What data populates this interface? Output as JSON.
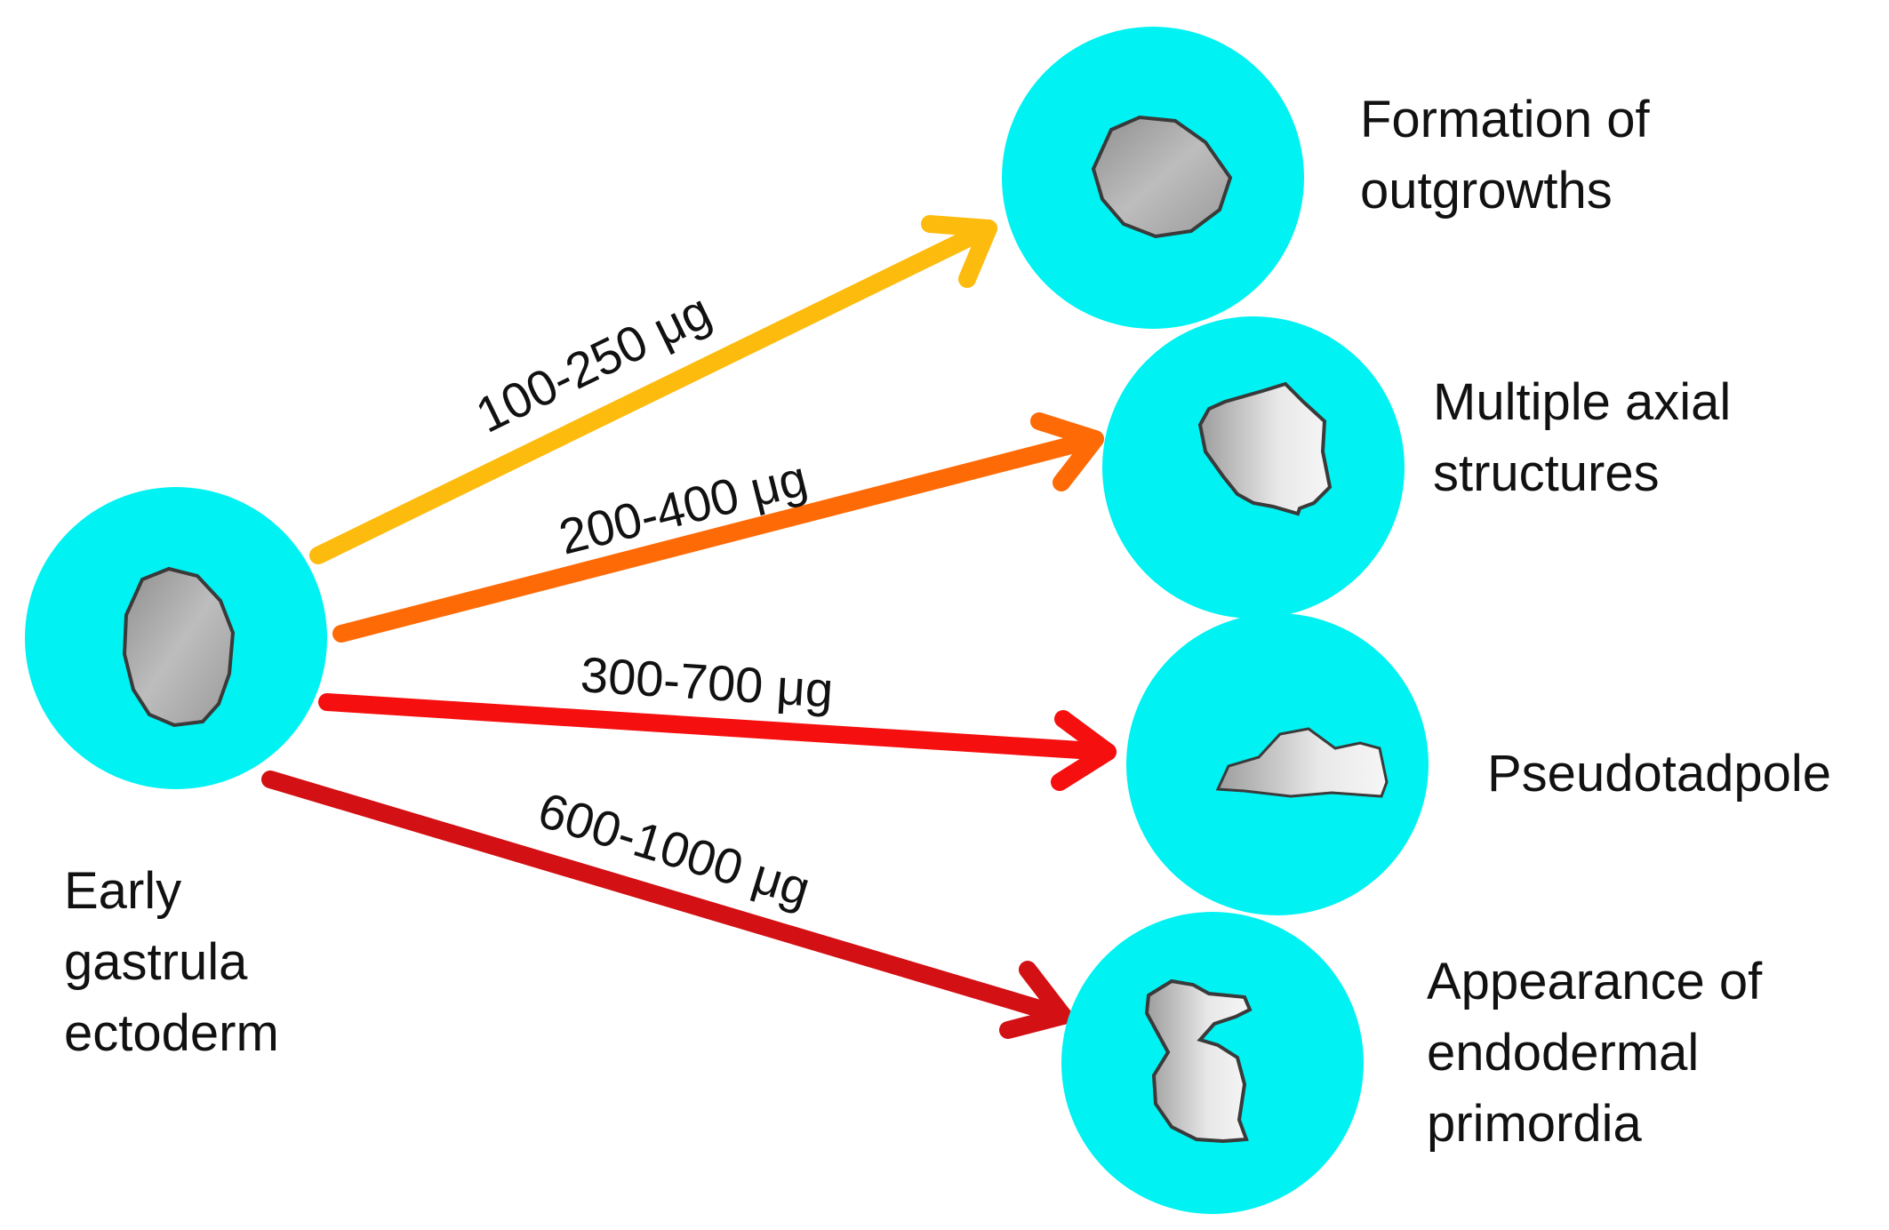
{
  "source": {
    "label_lines": [
      "Early",
      "gastrula",
      "ectoderm"
    ],
    "circle_color": "#00f2f2"
  },
  "arrows": [
    {
      "dose": "100-250 μg",
      "color": "#fdbb0e"
    },
    {
      "dose": "200-400 μg",
      "color": "#fe6a06"
    },
    {
      "dose": "300-700 μg",
      "color": "#f50f0f"
    },
    {
      "dose": "600-1000 μg",
      "color": "#d31014"
    }
  ],
  "outcomes": [
    {
      "label_lines": [
        "Formation of",
        "outgrowths"
      ]
    },
    {
      "label_lines": [
        "Multiple axial",
        "structures"
      ]
    },
    {
      "label_lines": [
        "Pseudotadpole"
      ]
    },
    {
      "label_lines": [
        "Appearance of",
        "endodermal",
        "primordia"
      ]
    }
  ]
}
